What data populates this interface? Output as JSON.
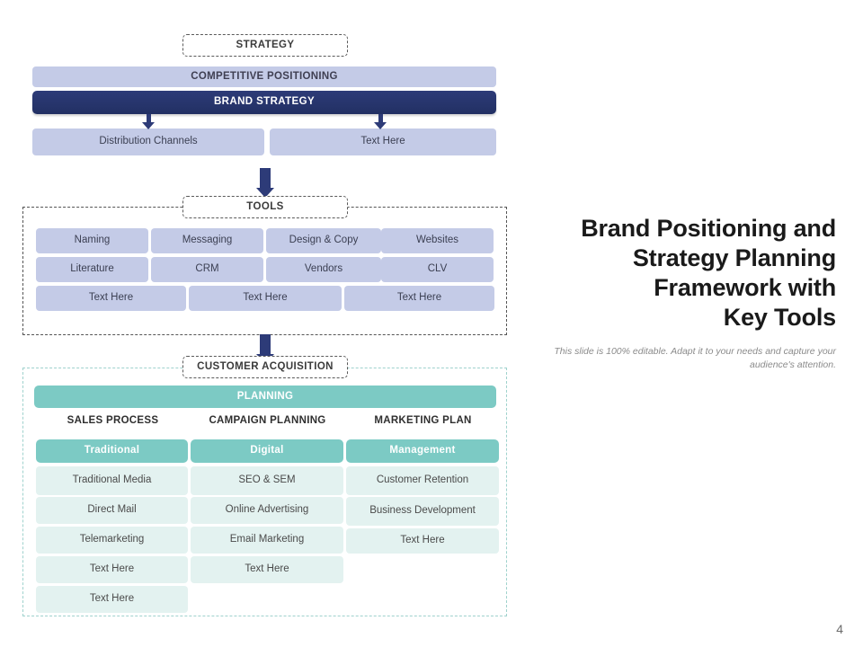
{
  "slide": {
    "page_number": "4",
    "title": "Brand Positioning and Strategy Planning Framework with Key Tools",
    "title_lines": [
      "Brand Positioning and",
      "Strategy Planning",
      "Framework with",
      "Key Tools"
    ],
    "subtitle": "This slide is 100% editable. Adapt it to your needs and capture your audience's attention."
  },
  "colors": {
    "dark_blue": "#2d3b78",
    "light_blue": "#c4cbe7",
    "teal": "#7ccac4",
    "pale_teal": "#e3f2f0",
    "dashed_border": "#555555",
    "teal_dashed_border": "#9fd2cd"
  },
  "strategy_section": {
    "label": "STRATEGY",
    "competitive_positioning": "COMPETITIVE POSITIONING",
    "brand_strategy": "BRAND STRATEGY",
    "outputs": [
      "Distribution Channels",
      "Text Here"
    ]
  },
  "tools_section": {
    "label": "TOOLS",
    "row1": [
      "Naming",
      "Messaging",
      "Design & Copy",
      "Websites"
    ],
    "row2": [
      "Literature",
      "CRM",
      "Vendors",
      "CLV"
    ],
    "row3": [
      "Text Here",
      "Text Here",
      "Text Here"
    ]
  },
  "customer_acquisition_section": {
    "label": "CUSTOMER ACQUISITION",
    "planning_band": "PLANNING",
    "column_headers": [
      "SALES PROCESS",
      "CAMPAIGN PLANNING",
      "MARKETING PLAN"
    ],
    "column_subheads": [
      "Traditional",
      "Digital",
      "Management"
    ],
    "columns": [
      [
        "Traditional Media",
        "Direct Mail",
        "Telemarketing",
        "Text Here",
        "Text Here"
      ],
      [
        "SEO & SEM",
        "Online Advertising",
        "Email Marketing",
        "Text Here"
      ],
      [
        "Customer Retention",
        "Business Development",
        "Text Here"
      ]
    ]
  }
}
